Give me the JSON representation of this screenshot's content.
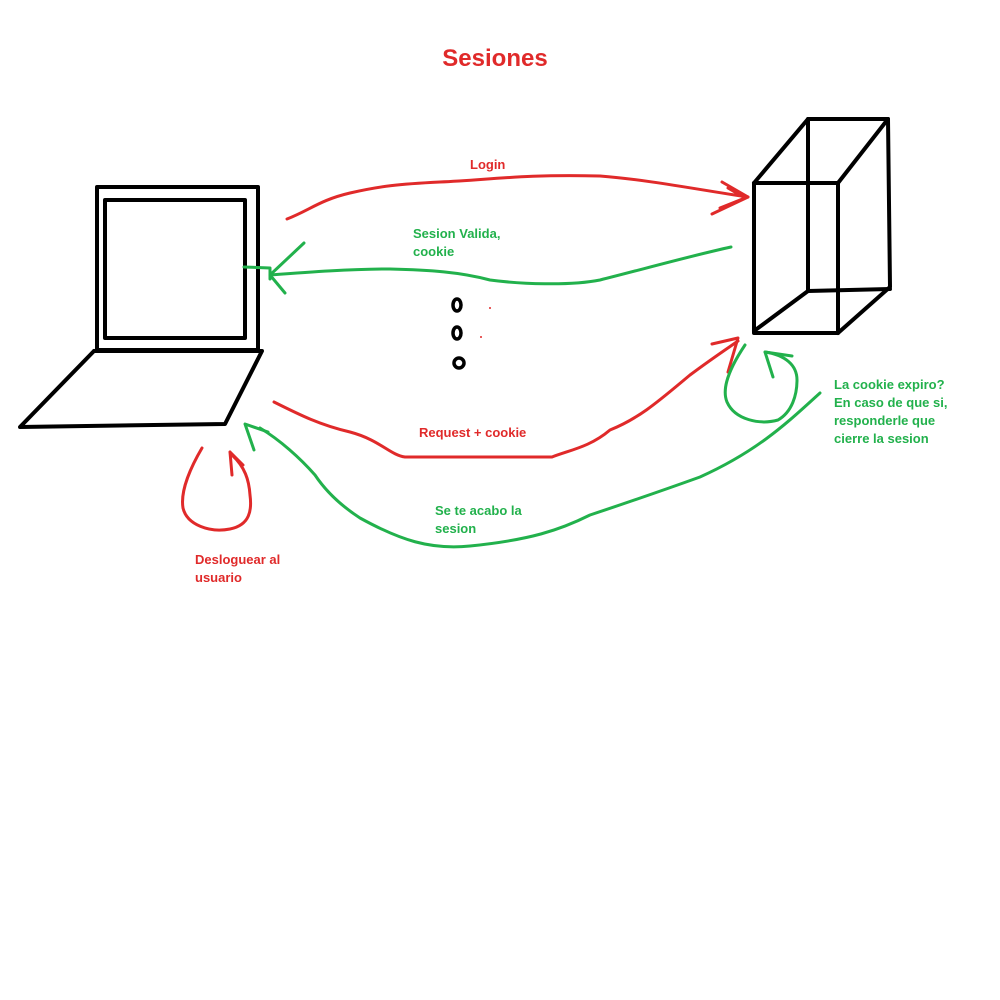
{
  "title": "Sesiones",
  "colors": {
    "request": "#e02a2a",
    "response": "#22b14c",
    "device": "#000000"
  },
  "devices": {
    "client": "laptop-icon",
    "server": "server-icon"
  },
  "arrows": {
    "login": "Login",
    "valid_session": "Sesion Valida,\ncookie",
    "request": "Request + cookie",
    "session_expired": "Se te acabo la\nsesion",
    "logout_user": "Desloguear al\nusuario",
    "cookie_check": "La cookie expiro?\nEn caso de que si,\nresponderle que\ncierre la sesion"
  }
}
